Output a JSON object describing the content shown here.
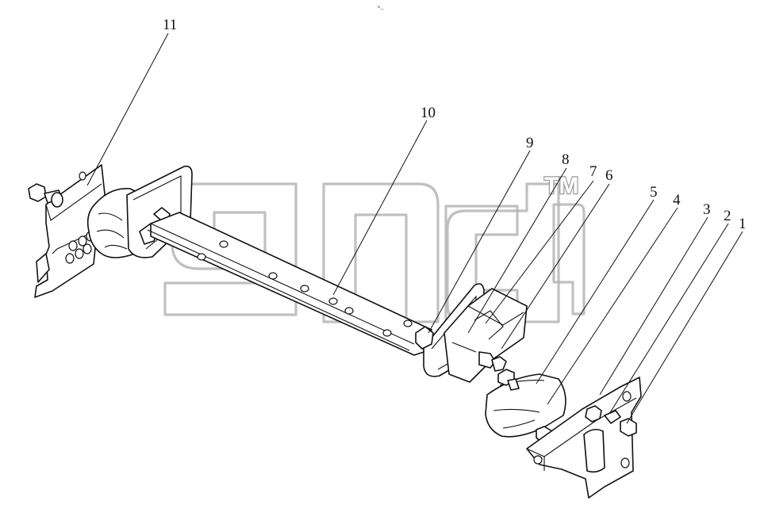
{
  "diagram": {
    "top_mark": "ⁿ..",
    "watermark": {
      "tm": "TM"
    },
    "callouts": [
      {
        "id": "11",
        "label": "11"
      },
      {
        "id": "10",
        "label": "10"
      },
      {
        "id": "9",
        "label": "9"
      },
      {
        "id": "8",
        "label": "8"
      },
      {
        "id": "7",
        "label": "7"
      },
      {
        "id": "6",
        "label": "6"
      },
      {
        "id": "5",
        "label": "5"
      },
      {
        "id": "4",
        "label": "4"
      },
      {
        "id": "3",
        "label": "3"
      },
      {
        "id": "2",
        "label": "2"
      },
      {
        "id": "1",
        "label": "1"
      }
    ]
  }
}
